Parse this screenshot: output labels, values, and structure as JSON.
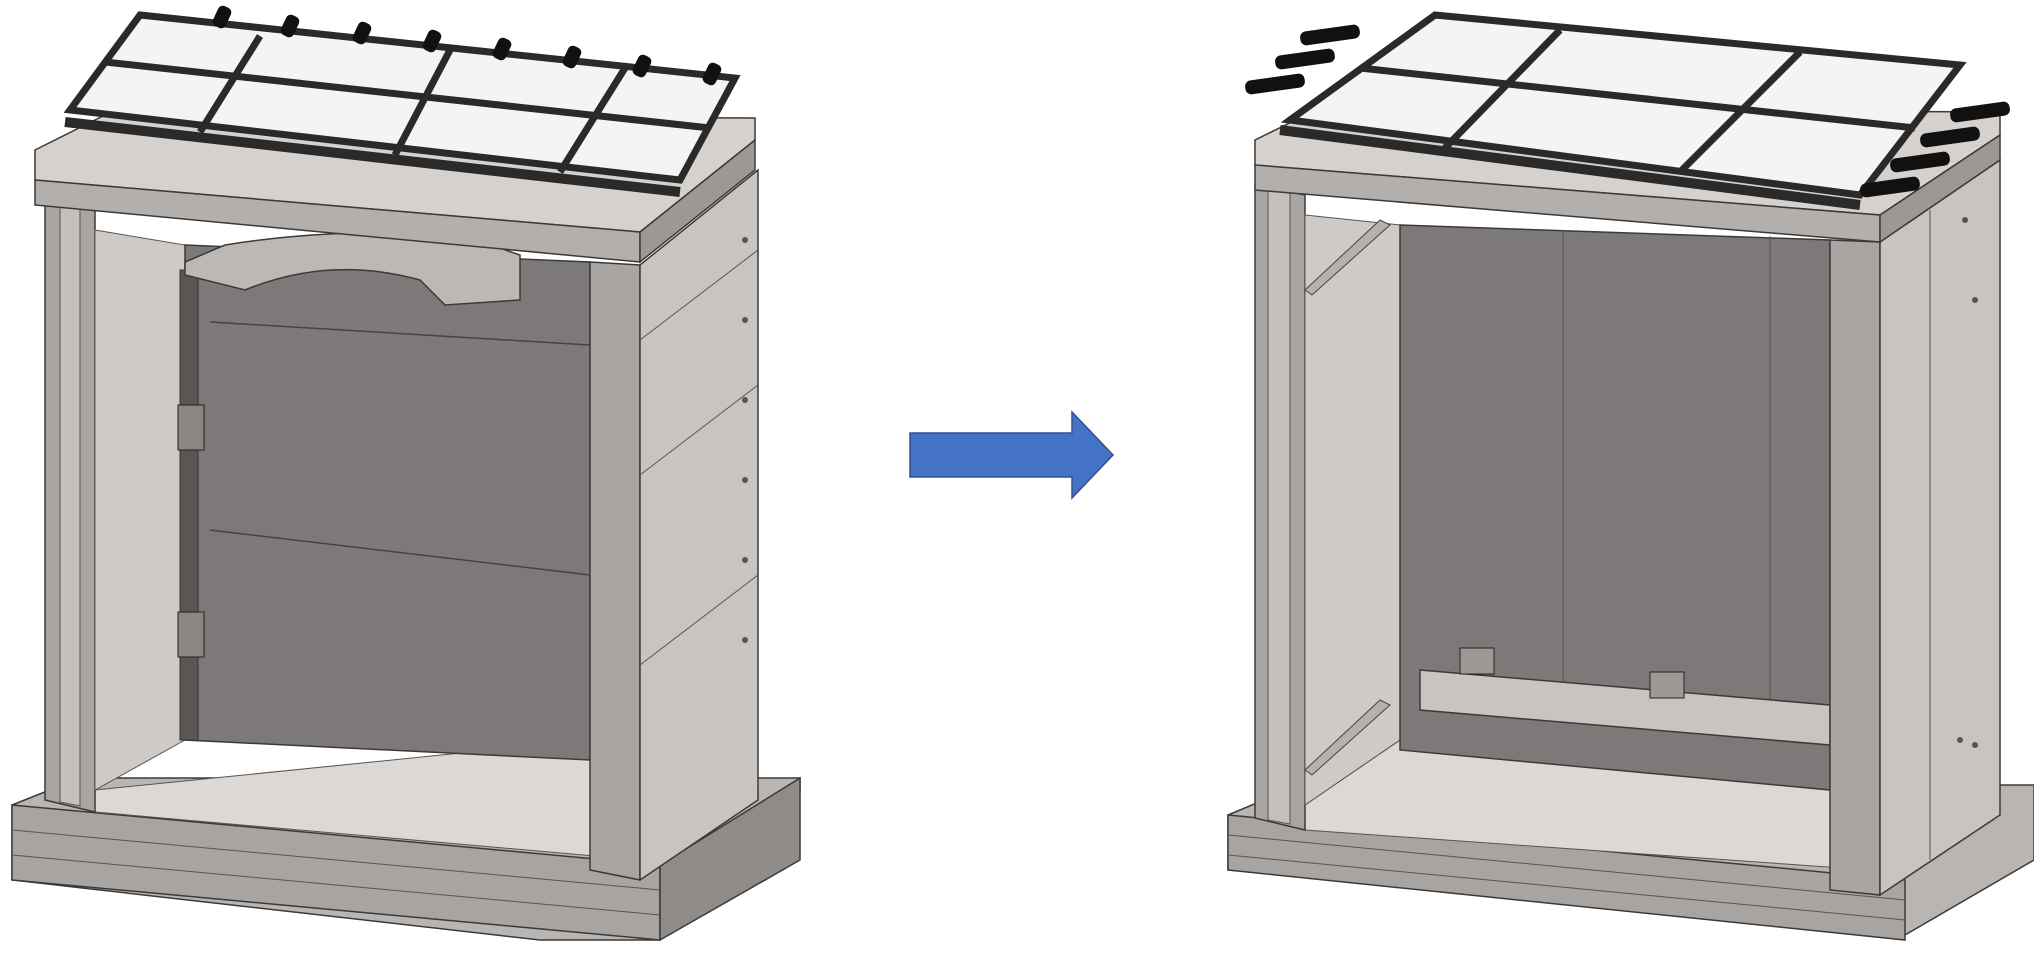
{
  "figure": {
    "panels": [
      {
        "id": "before",
        "icon": "enclosure-before-cad-render"
      },
      {
        "id": "after",
        "icon": "enclosure-after-cad-render"
      }
    ],
    "arrow": {
      "icon": "right-arrow-icon",
      "color": "#4472C4"
    },
    "colors": {
      "light_panel": "#cfcac6",
      "mid_panel": "#a9a5a2",
      "dark_panel": "#7d7978",
      "floor": "#ddd8d4",
      "frame_bar": "#2a2a2a",
      "edge": "#3a3a3a"
    }
  }
}
